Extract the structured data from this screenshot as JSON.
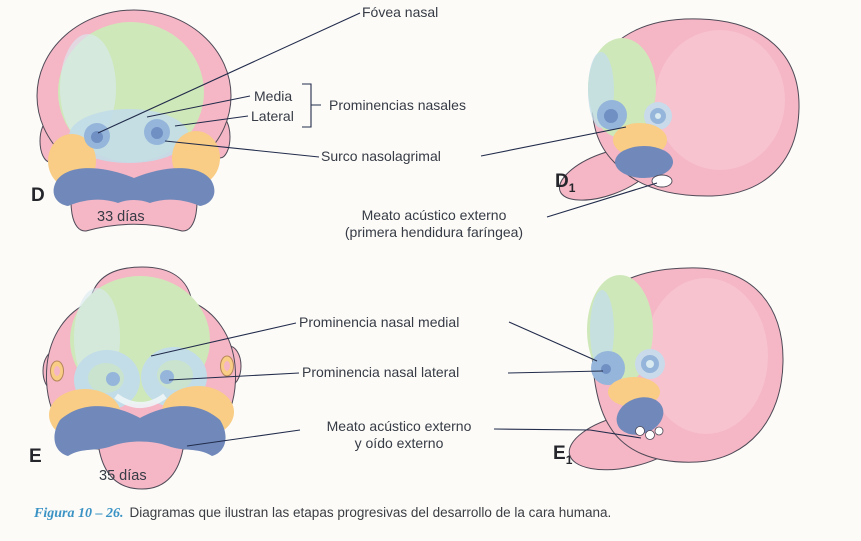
{
  "panels": [
    {
      "letter": "D",
      "subscript": "",
      "stage": "33 días",
      "view": "frontal"
    },
    {
      "letter": "D",
      "subscript": "1",
      "view": "lateral"
    },
    {
      "letter": "E",
      "subscript": "",
      "stage": "35 días",
      "view": "frontal"
    },
    {
      "letter": "E",
      "subscript": "1",
      "view": "lateral"
    }
  ],
  "labels": {
    "fovea_nasal": "Fóvea nasal",
    "media": "Media",
    "lateral": "Lateral",
    "prominencias_nasales": "Prominencias nasales",
    "surco_nasolagrimal": "Surco nasolagrimal",
    "meato_acustico_externo_1a": "Meato acústico externo",
    "meato_acustico_externo_1b": "(primera hendidura faríngea)",
    "prominencia_nasal_medial": "Prominencia nasal medial",
    "prominencia_nasal_lateral": "Prominencia nasal lateral",
    "meato_acustico_externo_2a": "Meato acústico externo",
    "meato_acustico_externo_2b": "y oído externo"
  },
  "caption": {
    "label": "Figura 10 – 26.",
    "text": "Diagramas que ilustran las etapas progresivas del desarrollo de la cara humana."
  },
  "colors": {
    "head_pink": "#f5b6c5",
    "light_pink": "#fad3da",
    "frontonasal_green": "#cfe8b9",
    "nasal_prominence_blue": "#c2dde8",
    "pale_blue": "#d9eaf0",
    "nasal_pit_blue": "#95b6da",
    "nasal_pit_dark": "#7090c4",
    "eye_blue": "#c9daea",
    "maxillary_orange": "#f9cd85",
    "mandibular_blue": "#7089ba",
    "outline": "#4e4a57",
    "leader_line": "#222c4b",
    "caption_blue": "#3a93c4"
  }
}
